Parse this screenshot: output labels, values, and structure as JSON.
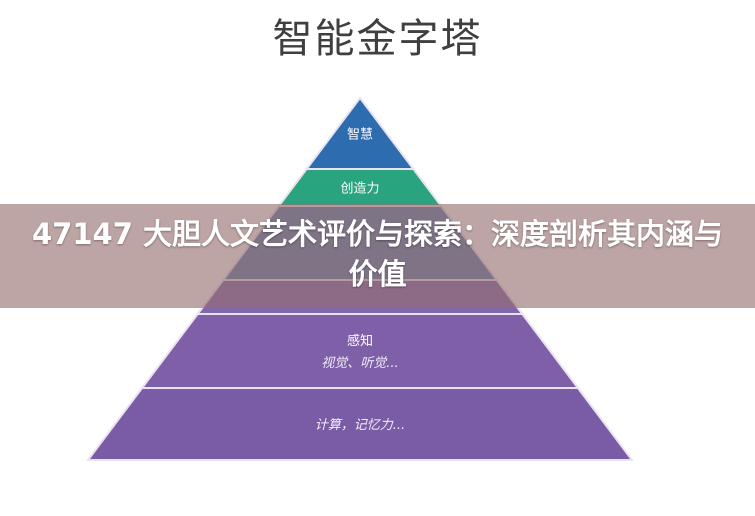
{
  "diagram": {
    "title": "智能金字塔",
    "levels": [
      {
        "name": "智慧",
        "detail": "",
        "color": "#2e6cb0"
      },
      {
        "name": "创造力",
        "detail": "",
        "color": "#2aa37f"
      },
      {
        "name": "",
        "detail": "",
        "color": "#5b7fae"
      },
      {
        "name": "",
        "detail": "",
        "color": "#7f68ad"
      },
      {
        "name": "感知",
        "detail": "视觉、听觉...",
        "color": "#7e5fa8"
      },
      {
        "name": "",
        "detail": "计算，记忆力...",
        "color": "#7a5ca6"
      }
    ]
  },
  "banner": {
    "text": "47147 大胆人文艺术评价与探索：深度剖析其内涵与价值"
  }
}
